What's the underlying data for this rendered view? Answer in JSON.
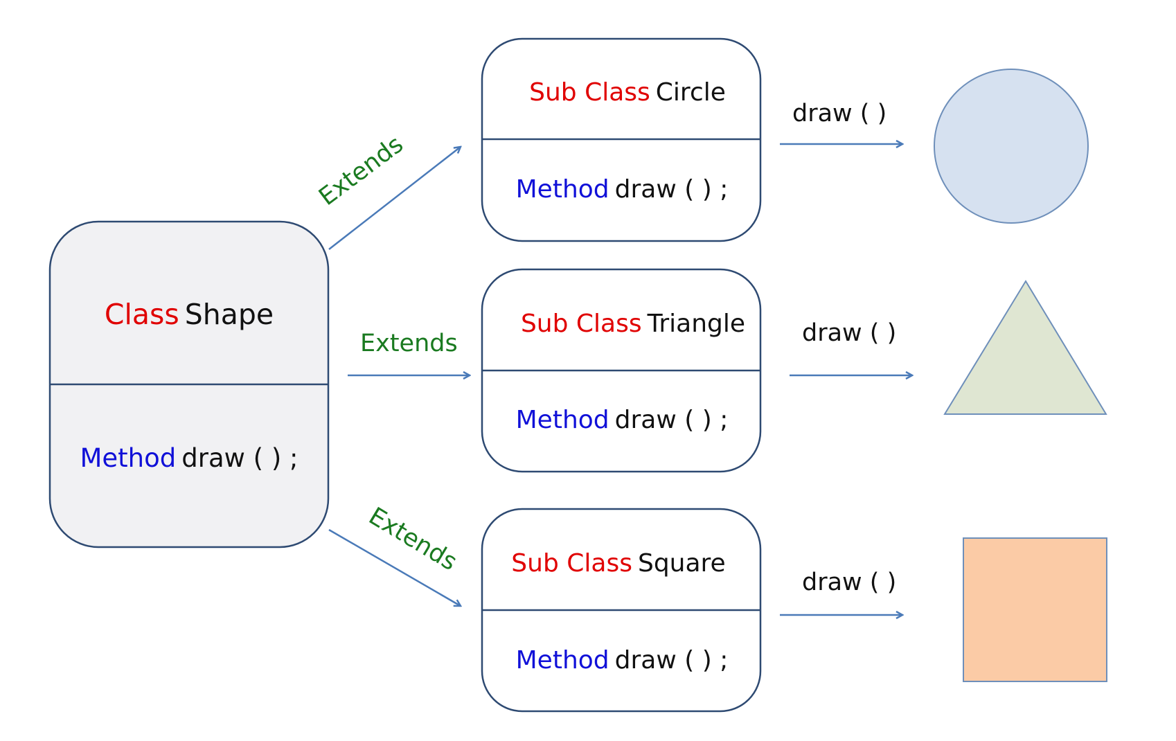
{
  "diagram": {
    "parent": {
      "keyword": "Class",
      "name": "Shape",
      "method_keyword": "Method",
      "method_signature": "draw ( ) ;"
    },
    "edge_label": "Extends",
    "draw_call": "draw ( )",
    "subclasses": [
      {
        "keyword": "Sub Class",
        "name": "Circle",
        "method_keyword": "Method",
        "method_signature": "draw ( ) ;",
        "result_shape": "circle",
        "result_color": "#d6e1f0"
      },
      {
        "keyword": "Sub Class",
        "name": "Triangle",
        "method_keyword": "Method",
        "method_signature": "draw ( ) ;",
        "result_shape": "triangle",
        "result_color": "#dfe6d2"
      },
      {
        "keyword": "Sub Class",
        "name": "Square",
        "method_keyword": "Method",
        "method_signature": "draw ( ) ;",
        "result_shape": "square",
        "result_color": "#fbcba6"
      }
    ],
    "colors": {
      "keyword": "#e00000",
      "method_keyword": "#1010d8",
      "edge_label": "#1a7a20",
      "box_border": "#2e4a72",
      "arrow": "#4a7ab8",
      "parent_fill": "#f1f1f3"
    }
  }
}
